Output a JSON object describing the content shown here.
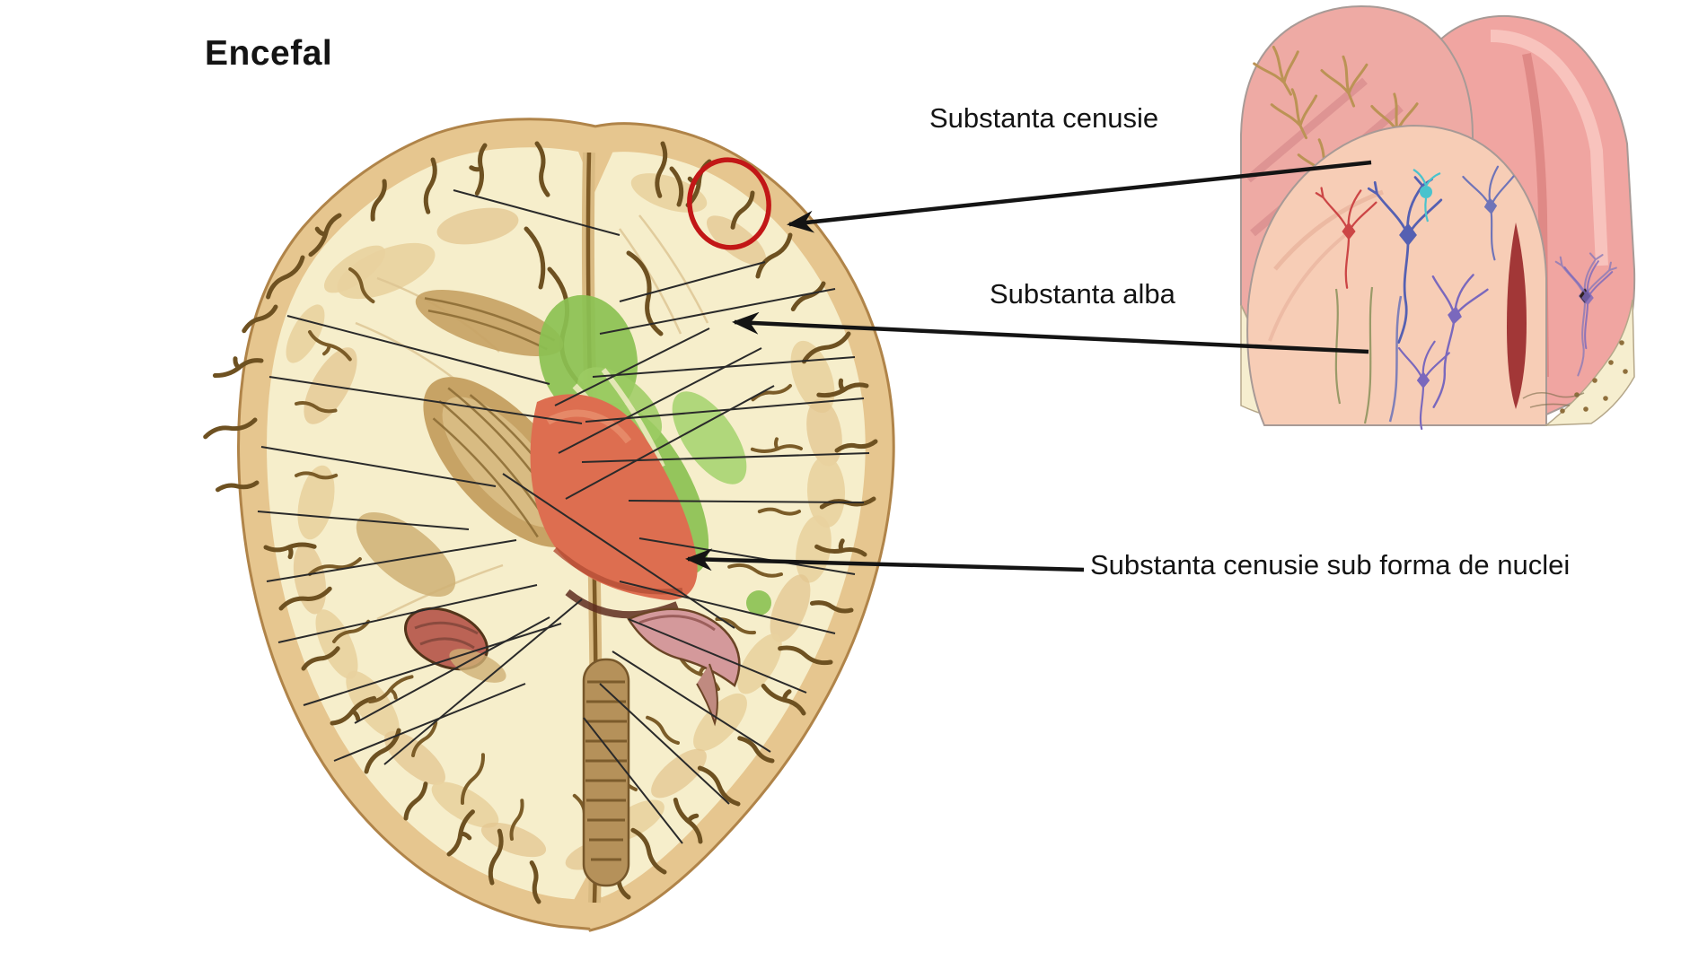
{
  "slide": {
    "title": "Encefal"
  },
  "labels": {
    "gray_matter": "Substanta cenusie",
    "white_matter": "Substanta alba",
    "gray_nuclei": "Substanta cenusie sub forma de nuclei"
  },
  "annotation_colors": {
    "highlight_circle": "#c21717",
    "arrow": "#141414",
    "leader_line": "#2a2a2a"
  },
  "figure_colors": {
    "brain_cortex_tan": "#e6c68f",
    "brain_white_matter_cream": "#f6eecb",
    "brain_sulci_brown": "#6e5121",
    "nuclei_green_highlight": "#8bc152",
    "nuclei_green_light": "#a8d472",
    "thalamus_red_highlight": "#dd6e50",
    "hippocampus_red": "#bb6355",
    "insula_brown": "#c7a365",
    "tissue_gray_matter_pink": "#f0a5a1",
    "tissue_cut_face_peach": "#f7cdb6",
    "tissue_white_matter_cream": "#f6eecf"
  }
}
